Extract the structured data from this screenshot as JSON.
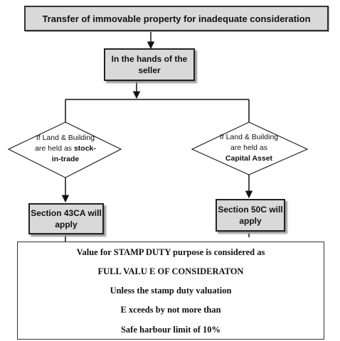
{
  "title_box": "Transfer of immovable property for inadequate consideration",
  "seller_box": "In the hands of the seller",
  "left_decision": {
    "line1": "If Land & Building",
    "line2_prefix": "are held as ",
    "line2_bold": "stock-",
    "line3_bold": "in-trade"
  },
  "right_decision": {
    "line1": "If Land & Building",
    "line2": "are held as",
    "line3_bold": "Capital Asset"
  },
  "left_result": "Section 43CA will apply",
  "right_result": "Section 50C will apply",
  "note": {
    "line1": "Value for STAMP DUTY purpose is considered as",
    "line2": "FULL VALU E OF CONSIDERATON",
    "line3": "Unless the stamp duty valuation",
    "line4": "E xceeds by not more than",
    "line5": "Safe harbour limit of 10%"
  }
}
